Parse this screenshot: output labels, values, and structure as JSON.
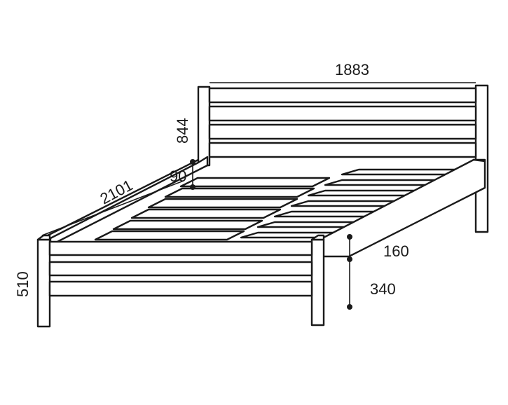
{
  "dimensions": {
    "width": "1883",
    "length": "2101",
    "headboard_height": "844",
    "rail_height": "90",
    "footboard_height": "510",
    "frame_height": "160",
    "clearance": "340"
  },
  "colors": {
    "stroke": "#1a1a1a",
    "background": "#ffffff"
  }
}
